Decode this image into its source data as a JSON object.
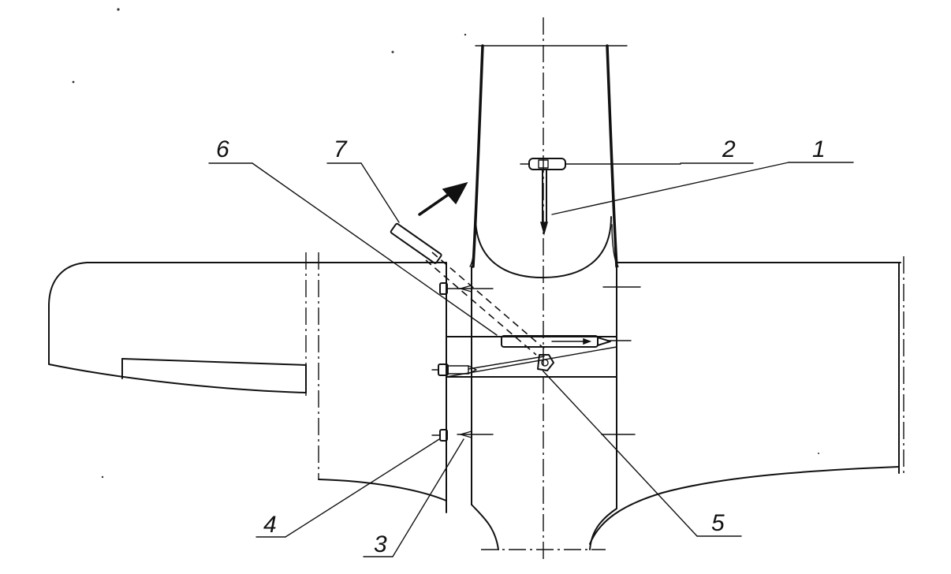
{
  "diagram": {
    "callouts": [
      {
        "id": "1",
        "text": "1"
      },
      {
        "id": "2",
        "text": "2"
      },
      {
        "id": "3",
        "text": "3"
      },
      {
        "id": "4",
        "text": "4"
      },
      {
        "id": "5",
        "text": "5"
      },
      {
        "id": "6",
        "text": "6"
      },
      {
        "id": "7",
        "text": "7"
      }
    ],
    "flow_direction_icon": "arrow-up-right-icon"
  }
}
